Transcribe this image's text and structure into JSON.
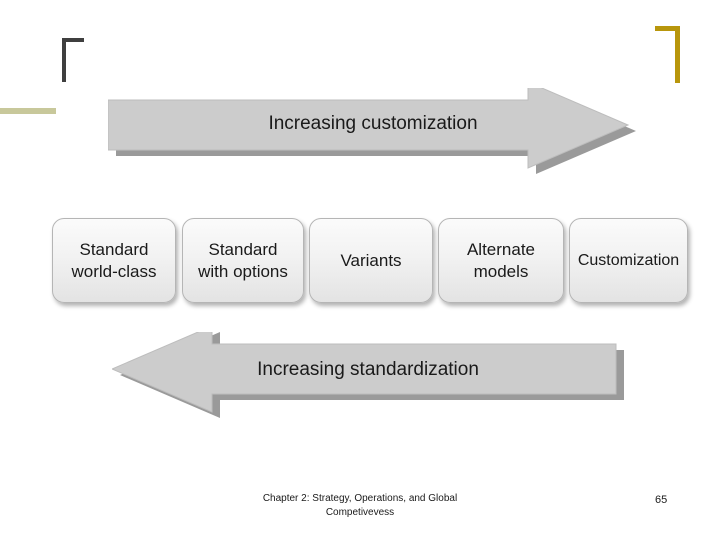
{
  "slide": {
    "arrows": [
      {
        "name": "increasing-customization",
        "label": "Increasing\ncustomization",
        "direction": "right",
        "fill_color": "#cccccc",
        "shadow_color": "#9a9a9a"
      },
      {
        "name": "increasing-standardization",
        "label": "Increasing\nstandardization",
        "direction": "left",
        "fill_color": "#cccccc",
        "shadow_color": "#9a9a9a"
      }
    ],
    "boxes": [
      {
        "label": "Standard\nworld-class"
      },
      {
        "label": "Standard\nwith options"
      },
      {
        "label": "Variants"
      },
      {
        "label": "Alternate\nmodels"
      },
      {
        "label": "Customization"
      }
    ],
    "decorations": {
      "top_left_bracket_color": "#3f3f3f",
      "left_dash_color": "#c8c89b",
      "top_right_bracket_color": "#b8960c"
    },
    "footer": {
      "citation": "Chapter 2: Strategy, Operations, and Global\nCompetivevess",
      "page_number": "65"
    }
  }
}
